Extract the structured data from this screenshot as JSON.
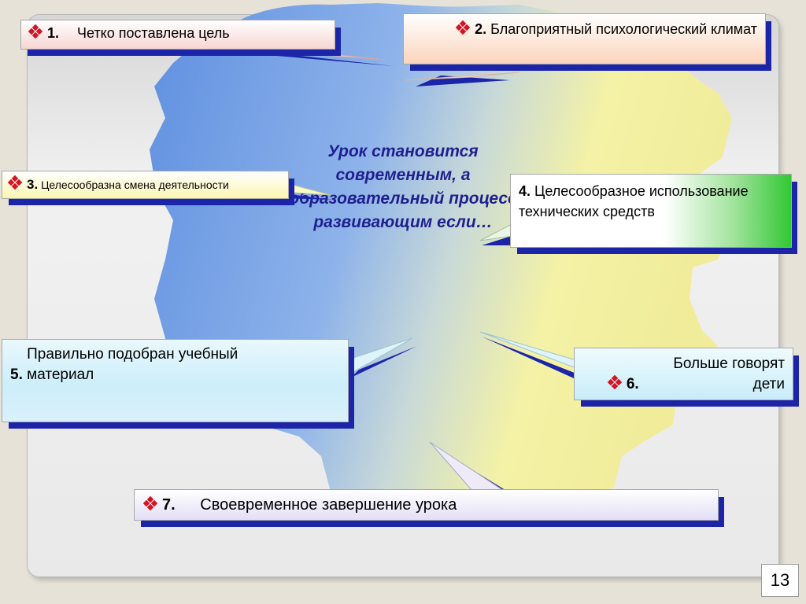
{
  "slide": {
    "title": "Урок становится современным, а образовательный процесс развивающим если…",
    "page_number": "13"
  },
  "items": [
    {
      "num": "1.",
      "text": "Четко поставлена цель"
    },
    {
      "num": "2.",
      "text": "Благоприятный психологический климат"
    },
    {
      "num": "3.",
      "text": "Целесообразна смена деятельности"
    },
    {
      "num": "4.",
      "text": "Целесообразное использование технических средств"
    },
    {
      "num": "5.",
      "text": "Правильно подобран учебный материал"
    },
    {
      "num": "6.",
      "text": "Больше говорят дети"
    },
    {
      "num": "7.",
      "text": "Своевременное завершение урока"
    }
  ],
  "colors": {
    "shadow": "#1c24a8",
    "title": "#1f1f8f",
    "bullet": "#d41424",
    "blob_blue": "#5e8fe0",
    "blob_yellow": "#f4f2a6"
  },
  "icons": {
    "bullet": "four-diamond-bullet-icon"
  }
}
